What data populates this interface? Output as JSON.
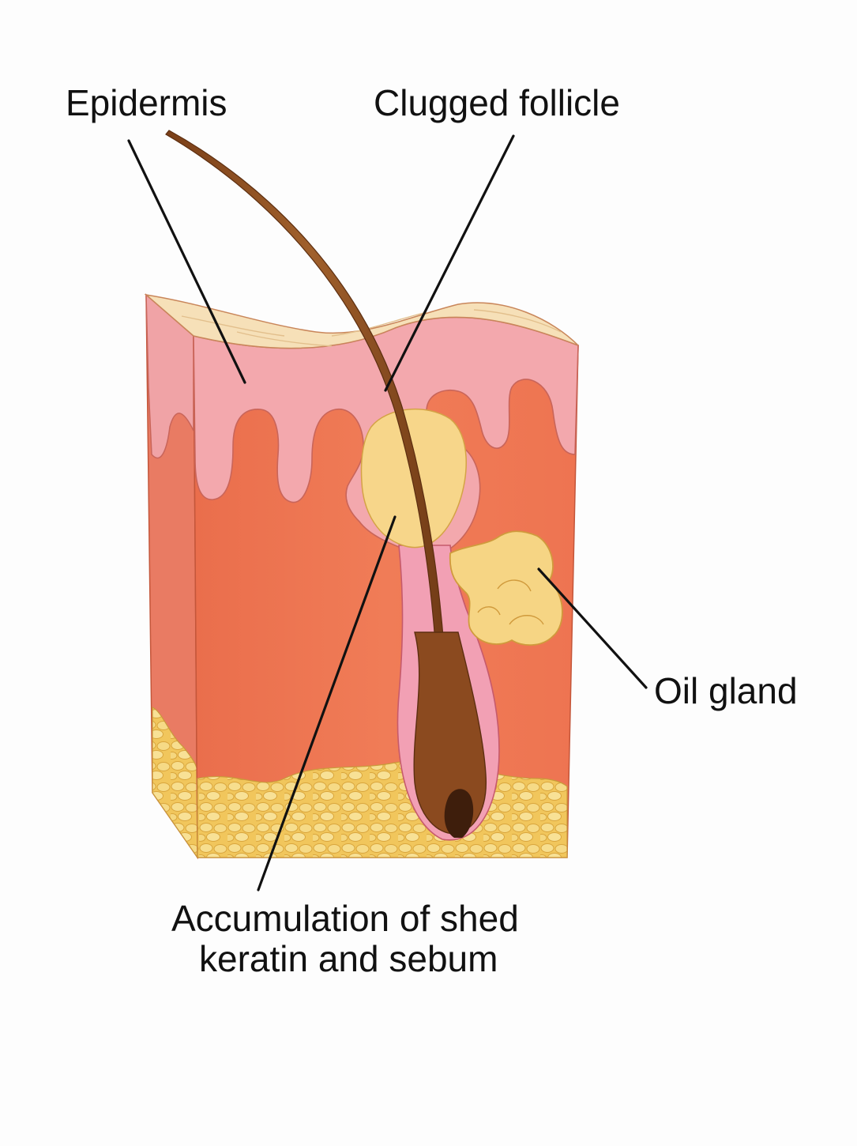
{
  "labels": {
    "epidermis": "Epidermis",
    "clogged_follicle": "Clugged follicle",
    "oil_gland": "Oil gland",
    "accumulation_line1": "Accumulation of shed",
    "accumulation_line2": "keratin and sebum"
  },
  "colors": {
    "background": "#fdfdfd",
    "epidermis": "#f2a9ad",
    "dermis": "#ee7a55",
    "dermis_side": "#e9806a",
    "surface": "#f5dfb6",
    "fat": "#f2c85a",
    "hair": "#8a4a1e",
    "sebum": "#f7d889",
    "sheath": "#f2a0b4",
    "outline": "#c45a3a"
  },
  "icons": {
    "skin_block": "skin-cross-section",
    "hair": "hair-shaft",
    "gland": "sebaceous-gland"
  }
}
